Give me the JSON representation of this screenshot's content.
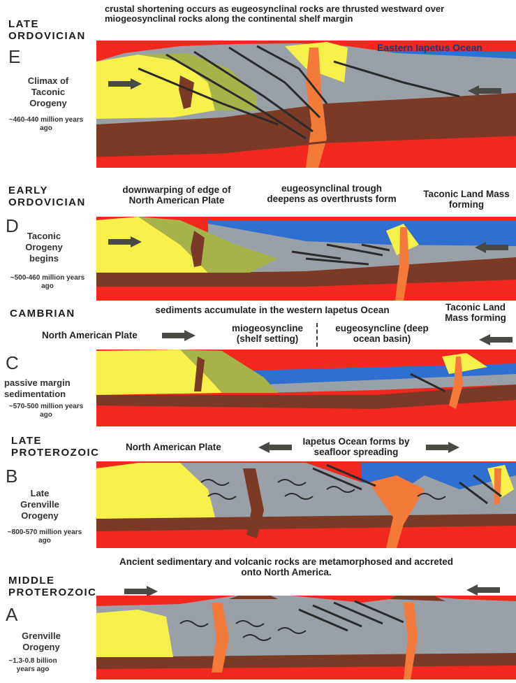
{
  "panels": {
    "E": {
      "era": "LATE ORDOVICIAN",
      "letter": "E",
      "side_label": "Climax of Taconic Orogeny",
      "age": "~460-440 million years ago",
      "top_caption": "crustal shortening occurs as eugeosynclinal rocks are thrusted westward over miogeosynclinal rocks along the continental shelf margin",
      "ocean_label": "Eastern Iapetus Ocean"
    },
    "D": {
      "era": "EARLY ORDOVICIAN",
      "letter": "D",
      "side_label": "Taconic Orogeny begins",
      "age": "~500-460 million years ago",
      "caption_left": "downwarping of edge of North American Plate",
      "caption_mid": "eugeosynclinal trough deepens as overthrusts form",
      "caption_right": "Taconic Land Mass forming"
    },
    "C": {
      "era": "CAMBRIAN",
      "letter": "C",
      "side_label": "passive margin sedimentation",
      "age": "~570-500 million years ago",
      "caption_top": "sediments accumulate in the western Iapetus Ocean",
      "plate_label": "North American Plate",
      "mio_label": "miogeosyncline (shelf setting)",
      "eu_label": "eugeosyncline (deep ocean basin)",
      "right_label": "Taconic Land Mass forming"
    },
    "B": {
      "era": "LATE PROTEROZOIC",
      "letter": "B",
      "side_label": "Late Grenville Orogeny",
      "age": "~800-570 million years ago",
      "plate_label": "North American Plate",
      "ocean_caption": "Iapetus Ocean forms by seafloor spreading"
    },
    "A": {
      "era": "MIDDLE PROTEROZOIC",
      "letter": "A",
      "side_label": "Grenville Orogeny",
      "age": "~1.3-0.8 billion years ago",
      "caption_top": "Ancient sedimentary and volcanic rocks are metamorphosed and accreted onto North America."
    }
  },
  "colors": {
    "mantle": "#f0281e",
    "crust": "#7a3a26",
    "continent": "#f6f04a",
    "shelf": "#a6b24a",
    "metamorphic": "#9aa0a8",
    "ocean": "#2f6fd0",
    "magma": "#f47a3a",
    "arrow": "#4a4a44"
  }
}
